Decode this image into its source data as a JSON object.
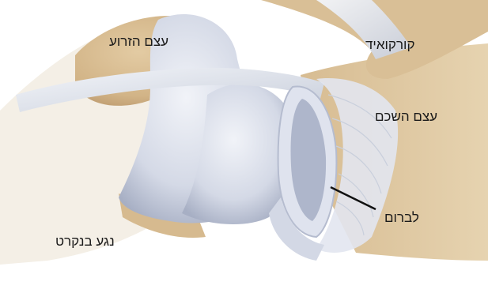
{
  "labels": {
    "humerus": "עצם הזרוע",
    "coracoid": "קורקואיד",
    "scapula": "עצם השכם",
    "labrum": "לברום",
    "bankart": "נגע בנקרט"
  },
  "colors": {
    "bone": "#d8bf95",
    "bone_shadow": "#c2a278",
    "cartilage": "#d7dcea",
    "cartilage_shadow": "#a9b1c8",
    "ligament": "#e9ecf2",
    "pointer": "#111111"
  }
}
